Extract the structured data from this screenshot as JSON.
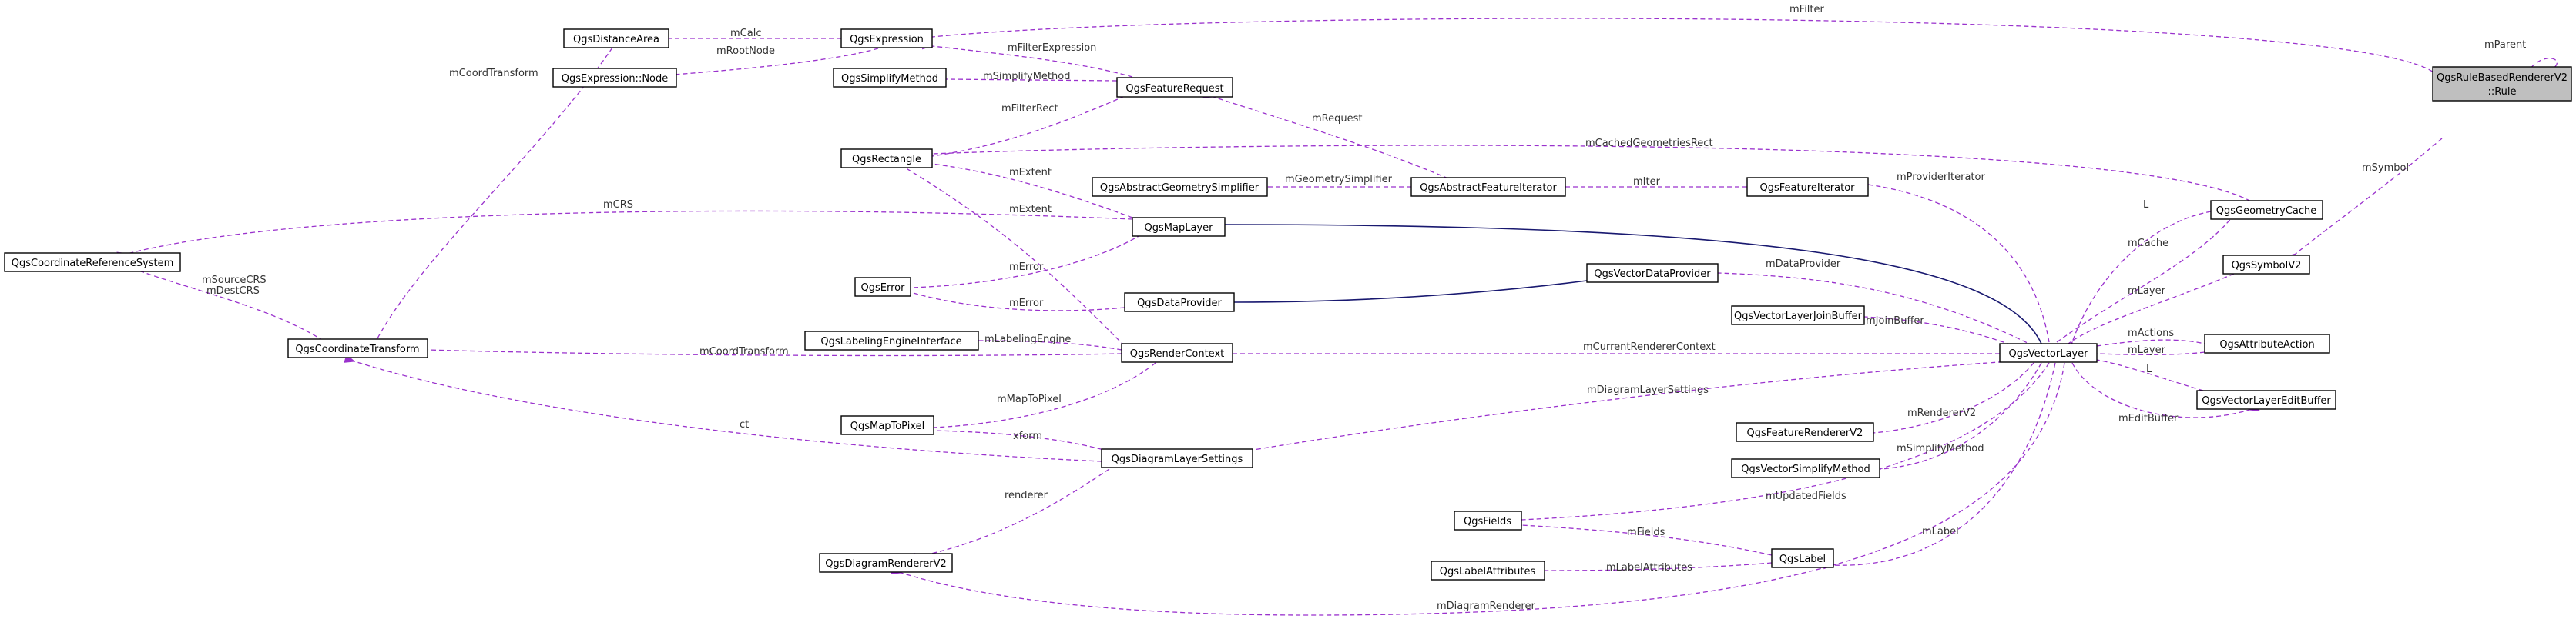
{
  "colors": {
    "usage_edge": "#9a32cd",
    "inherit_edge": "#191970",
    "highlight_node": "#bfbfbf"
  },
  "nodes": {
    "rule": [
      "QgsRuleBasedRendererV2",
      "::Rule"
    ],
    "expression": "QgsExpression",
    "distance_area": "QgsDistanceArea",
    "expression_node": "QgsExpression::Node",
    "simplify_method": "QgsSimplifyMethod",
    "feature_request": "QgsFeatureRequest",
    "rectangle": "QgsRectangle",
    "abstract_geometry_simplifier": "QgsAbstractGeometrySimplifier",
    "abstract_feature_iterator": "QgsAbstractFeatureIterator",
    "feature_iterator": "QgsFeatureIterator",
    "geometry_cache": "QgsGeometryCache",
    "map_layer": "QgsMapLayer",
    "crs": "QgsCoordinateReferenceSystem",
    "symbol_v2": "QgsSymbolV2",
    "error": "QgsError",
    "vector_data_provider": "QgsVectorDataProvider",
    "data_provider": "QgsDataProvider",
    "vector_layer_join_buffer": "QgsVectorLayerJoinBuffer",
    "coordinate_transform": "QgsCoordinateTransform",
    "labeling_engine_interface": "QgsLabelingEngineInterface",
    "render_context": "QgsRenderContext",
    "vector_layer": "QgsVectorLayer",
    "attribute_action": "QgsAttributeAction",
    "vector_layer_edit_buffer": "QgsVectorLayerEditBuffer",
    "map_to_pixel": "QgsMapToPixel",
    "feature_renderer_v2": "QgsFeatureRendererV2",
    "diagram_layer_settings": "QgsDiagramLayerSettings",
    "vector_simplify_method": "QgsVectorSimplifyMethod",
    "fields": "QgsFields",
    "label": "QgsLabel",
    "label_attributes": "QgsLabelAttributes",
    "diagram_renderer_v2": "QgsDiagramRendererV2"
  },
  "edge_labels": {
    "mFilter": "mFilter",
    "mParent": "mParent",
    "mCalc": "mCalc",
    "mRootNode": "mRootNode",
    "mFilterExpression": "mFilterExpression",
    "mSimplifyMethod_req": "mSimplifyMethod",
    "mFilterRect": "mFilterRect",
    "mRequest": "mRequest",
    "mCachedGeometriesRect": "mCachedGeometriesRect",
    "mSymbol": "mSymbol",
    "mExtent1": "mExtent",
    "mGeometrySimplifier": "mGeometrySimplifier",
    "mIter": "mIter",
    "mProviderIterator": "mProviderIterator",
    "mCoordTransform_da": "mCoordTransform",
    "mCRS": "mCRS",
    "mExtent2": "mExtent",
    "L_cache": "L",
    "mCache": "mCache",
    "mError1": "mError",
    "mDataProvider": "mDataProvider",
    "mLayer_symbol": "mLayer",
    "mSourceCRS": [
      "mSourceCRS",
      "mDestCRS"
    ],
    "mError2": "mError",
    "mJoinBuffer": "mJoinBuffer",
    "mActions": "mActions",
    "mLayer_action": "mLayer",
    "mLabelingEngine": "mLabelingEngine",
    "mCoordTransform_rc": "mCoordTransform",
    "mCurrentRendererContext": "mCurrentRendererContext",
    "L_edit": "L",
    "mDiagramLayerSettings": "mDiagramLayerSettings",
    "mEditBuffer": "mEditBuffer",
    "mMapToPixel": "mMapToPixel",
    "mRendererV2": "mRendererV2",
    "ct": "ct",
    "xform": "xform",
    "mSimplifyMethod_vl": "mSimplifyMethod",
    "mUpdatedFields": "mUpdatedFields",
    "mFields": "mFields",
    "mLabel": "mLabel",
    "renderer": "renderer",
    "mLabelAttributes": "mLabelAttributes",
    "mDiagramRenderer": "mDiagramRenderer"
  }
}
